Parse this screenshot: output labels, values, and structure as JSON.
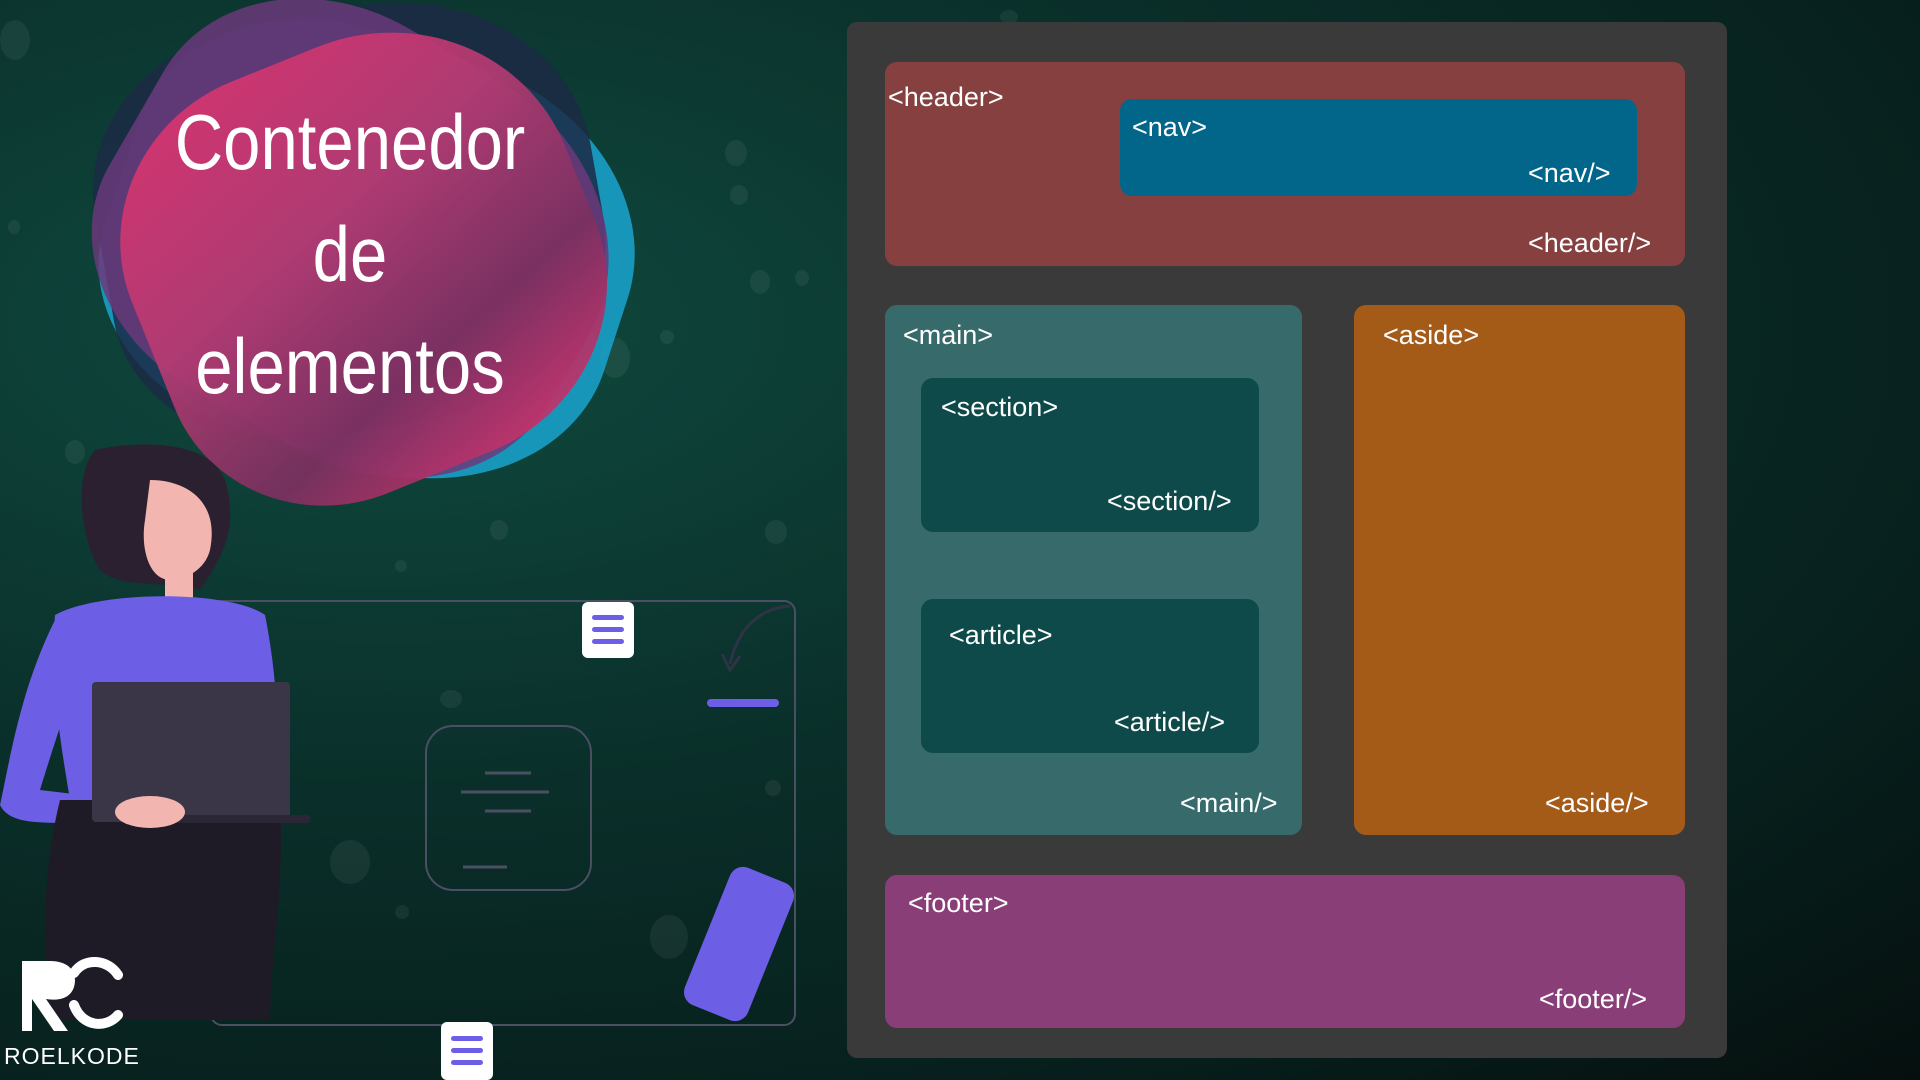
{
  "title": {
    "line1": "Contenedor",
    "line2": "de",
    "line3": "elementos"
  },
  "diagram": {
    "header": {
      "open": "<header>",
      "close": "<header/>"
    },
    "nav": {
      "open": "<nav>",
      "close": "<nav/>"
    },
    "main": {
      "open": "<main>",
      "close": "<main/>"
    },
    "section": {
      "open": "<section>",
      "close": "<section/>"
    },
    "article": {
      "open": "<article>",
      "close": "<article/>"
    },
    "aside": {
      "open": "<aside>",
      "close": "<aside/>"
    },
    "footer": {
      "open": "<footer>",
      "close": "<footer/>"
    }
  },
  "logo": {
    "text": "ROELKODE"
  },
  "colors": {
    "header": "#864040",
    "nav": "#016689",
    "main": "#376b6b",
    "section": "#0f4a4a",
    "aside": "#a55b18",
    "footer": "#893e78",
    "frame": "#3a3a3a",
    "accent_purple": "#6c5fe6"
  },
  "icons": [
    "menu-icon",
    "curved-arrow-icon",
    "document-icon",
    "laptop-icon",
    "phone-icon",
    "roelkode-logo-icon"
  ]
}
